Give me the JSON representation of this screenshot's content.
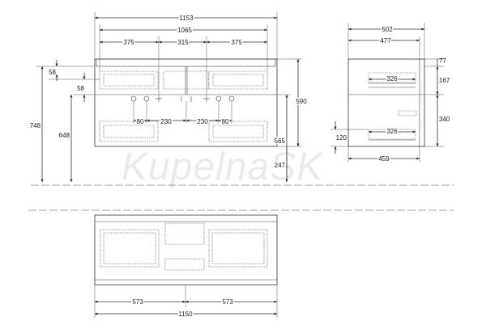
{
  "watermark": "KupelnaSK",
  "front": {
    "width": "1153",
    "inner_width": "1065",
    "seg_left": "375",
    "seg_mid": "315",
    "seg_right": "375",
    "left_top_offset": "58",
    "left_mid_offset": "58",
    "total_height": "748",
    "mid_height": "648",
    "body_height": "590",
    "lower_height": "565",
    "floor_gap": "247",
    "pipe_a_left": "80",
    "pipe_b_left": "230",
    "pipe_b_right": "230",
    "pipe_a_right": "80"
  },
  "side": {
    "depth": "502",
    "inner_depth": "477",
    "top_offset": "77",
    "drawer_depth_top": "326",
    "drawer_depth_bottom": "326",
    "drawer_height_top": "167",
    "drawer_height_bottom": "340",
    "base_offset": "120",
    "bottom_depth": "459"
  },
  "plan": {
    "seg_left": "573",
    "seg_right": "573",
    "width": "1150"
  }
}
